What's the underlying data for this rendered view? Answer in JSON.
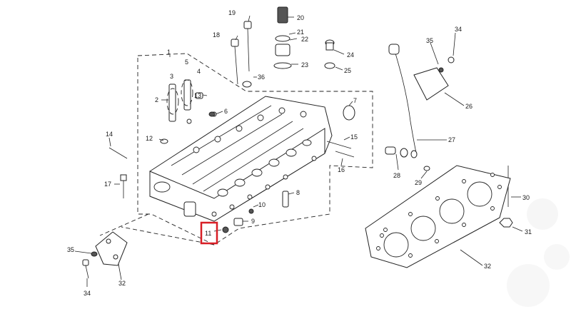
{
  "diagram": {
    "labels": [
      "1",
      "2",
      "3",
      "4",
      "5",
      "6",
      "7",
      "8",
      "9",
      "10",
      "11",
      "12",
      "13",
      "14",
      "15",
      "16",
      "17",
      "18",
      "19",
      "20",
      "21",
      "22",
      "23",
      "24",
      "25",
      "26",
      "27",
      "28",
      "29",
      "30",
      "31",
      "32",
      "32",
      "32",
      "34",
      "34",
      "35",
      "35",
      "36"
    ],
    "highlighted_label": "11",
    "highlight_color": "#d81f26"
  }
}
